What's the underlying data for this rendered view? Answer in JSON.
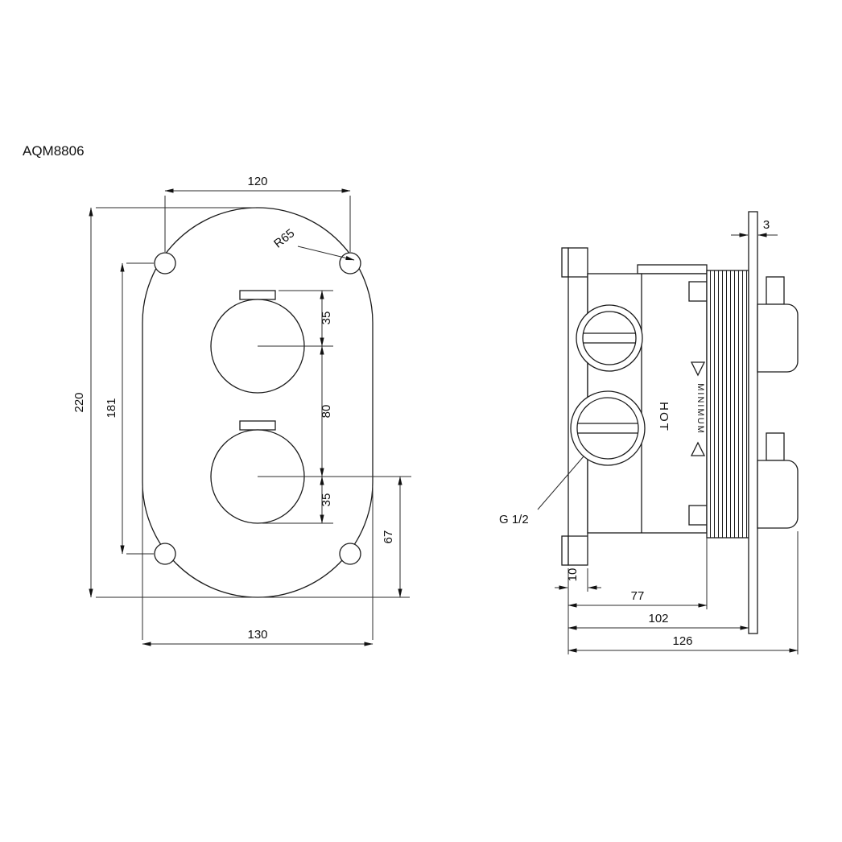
{
  "title": "AQM8806",
  "front_view": {
    "dim_hole_spacing_h": "120",
    "dim_corner_radius": "R65",
    "dim_knob_top_offset": "35",
    "dim_knob_spacing": "80",
    "dim_knob_bottom_offset": "35",
    "dim_hole_spacing_v": "181",
    "dim_plate_height": "220",
    "dim_lower_knob_to_edge": "67",
    "dim_plate_width": "130"
  },
  "side_view": {
    "dim_plate_thickness": "3",
    "hot_label": "HOT",
    "minimum_label": "MINIMUM",
    "connection_label": "G 1/2",
    "dim_bracket_foot": "10",
    "dim_body_depth": "77",
    "dim_to_plate": "102",
    "dim_overall_depth": "126"
  }
}
